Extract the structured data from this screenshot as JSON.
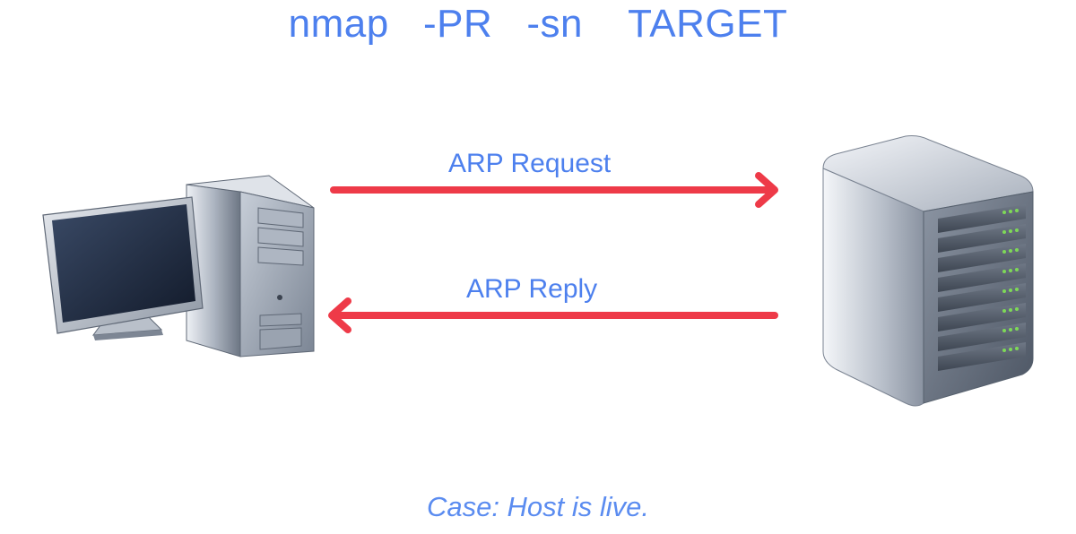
{
  "command": {
    "program": "nmap",
    "flag_ping": "-PR",
    "flag_scan": "-sn",
    "target": "TARGET"
  },
  "arrows": {
    "request_label": "ARP Request",
    "reply_label": "ARP Reply"
  },
  "caption": "Case: Host is live.",
  "icons": {
    "left": "desktop-computer-icon",
    "right": "server-icon"
  },
  "colors": {
    "text_accent": "#4d80ee",
    "arrow": "#ee3a48",
    "server_led": "#7ed957"
  }
}
